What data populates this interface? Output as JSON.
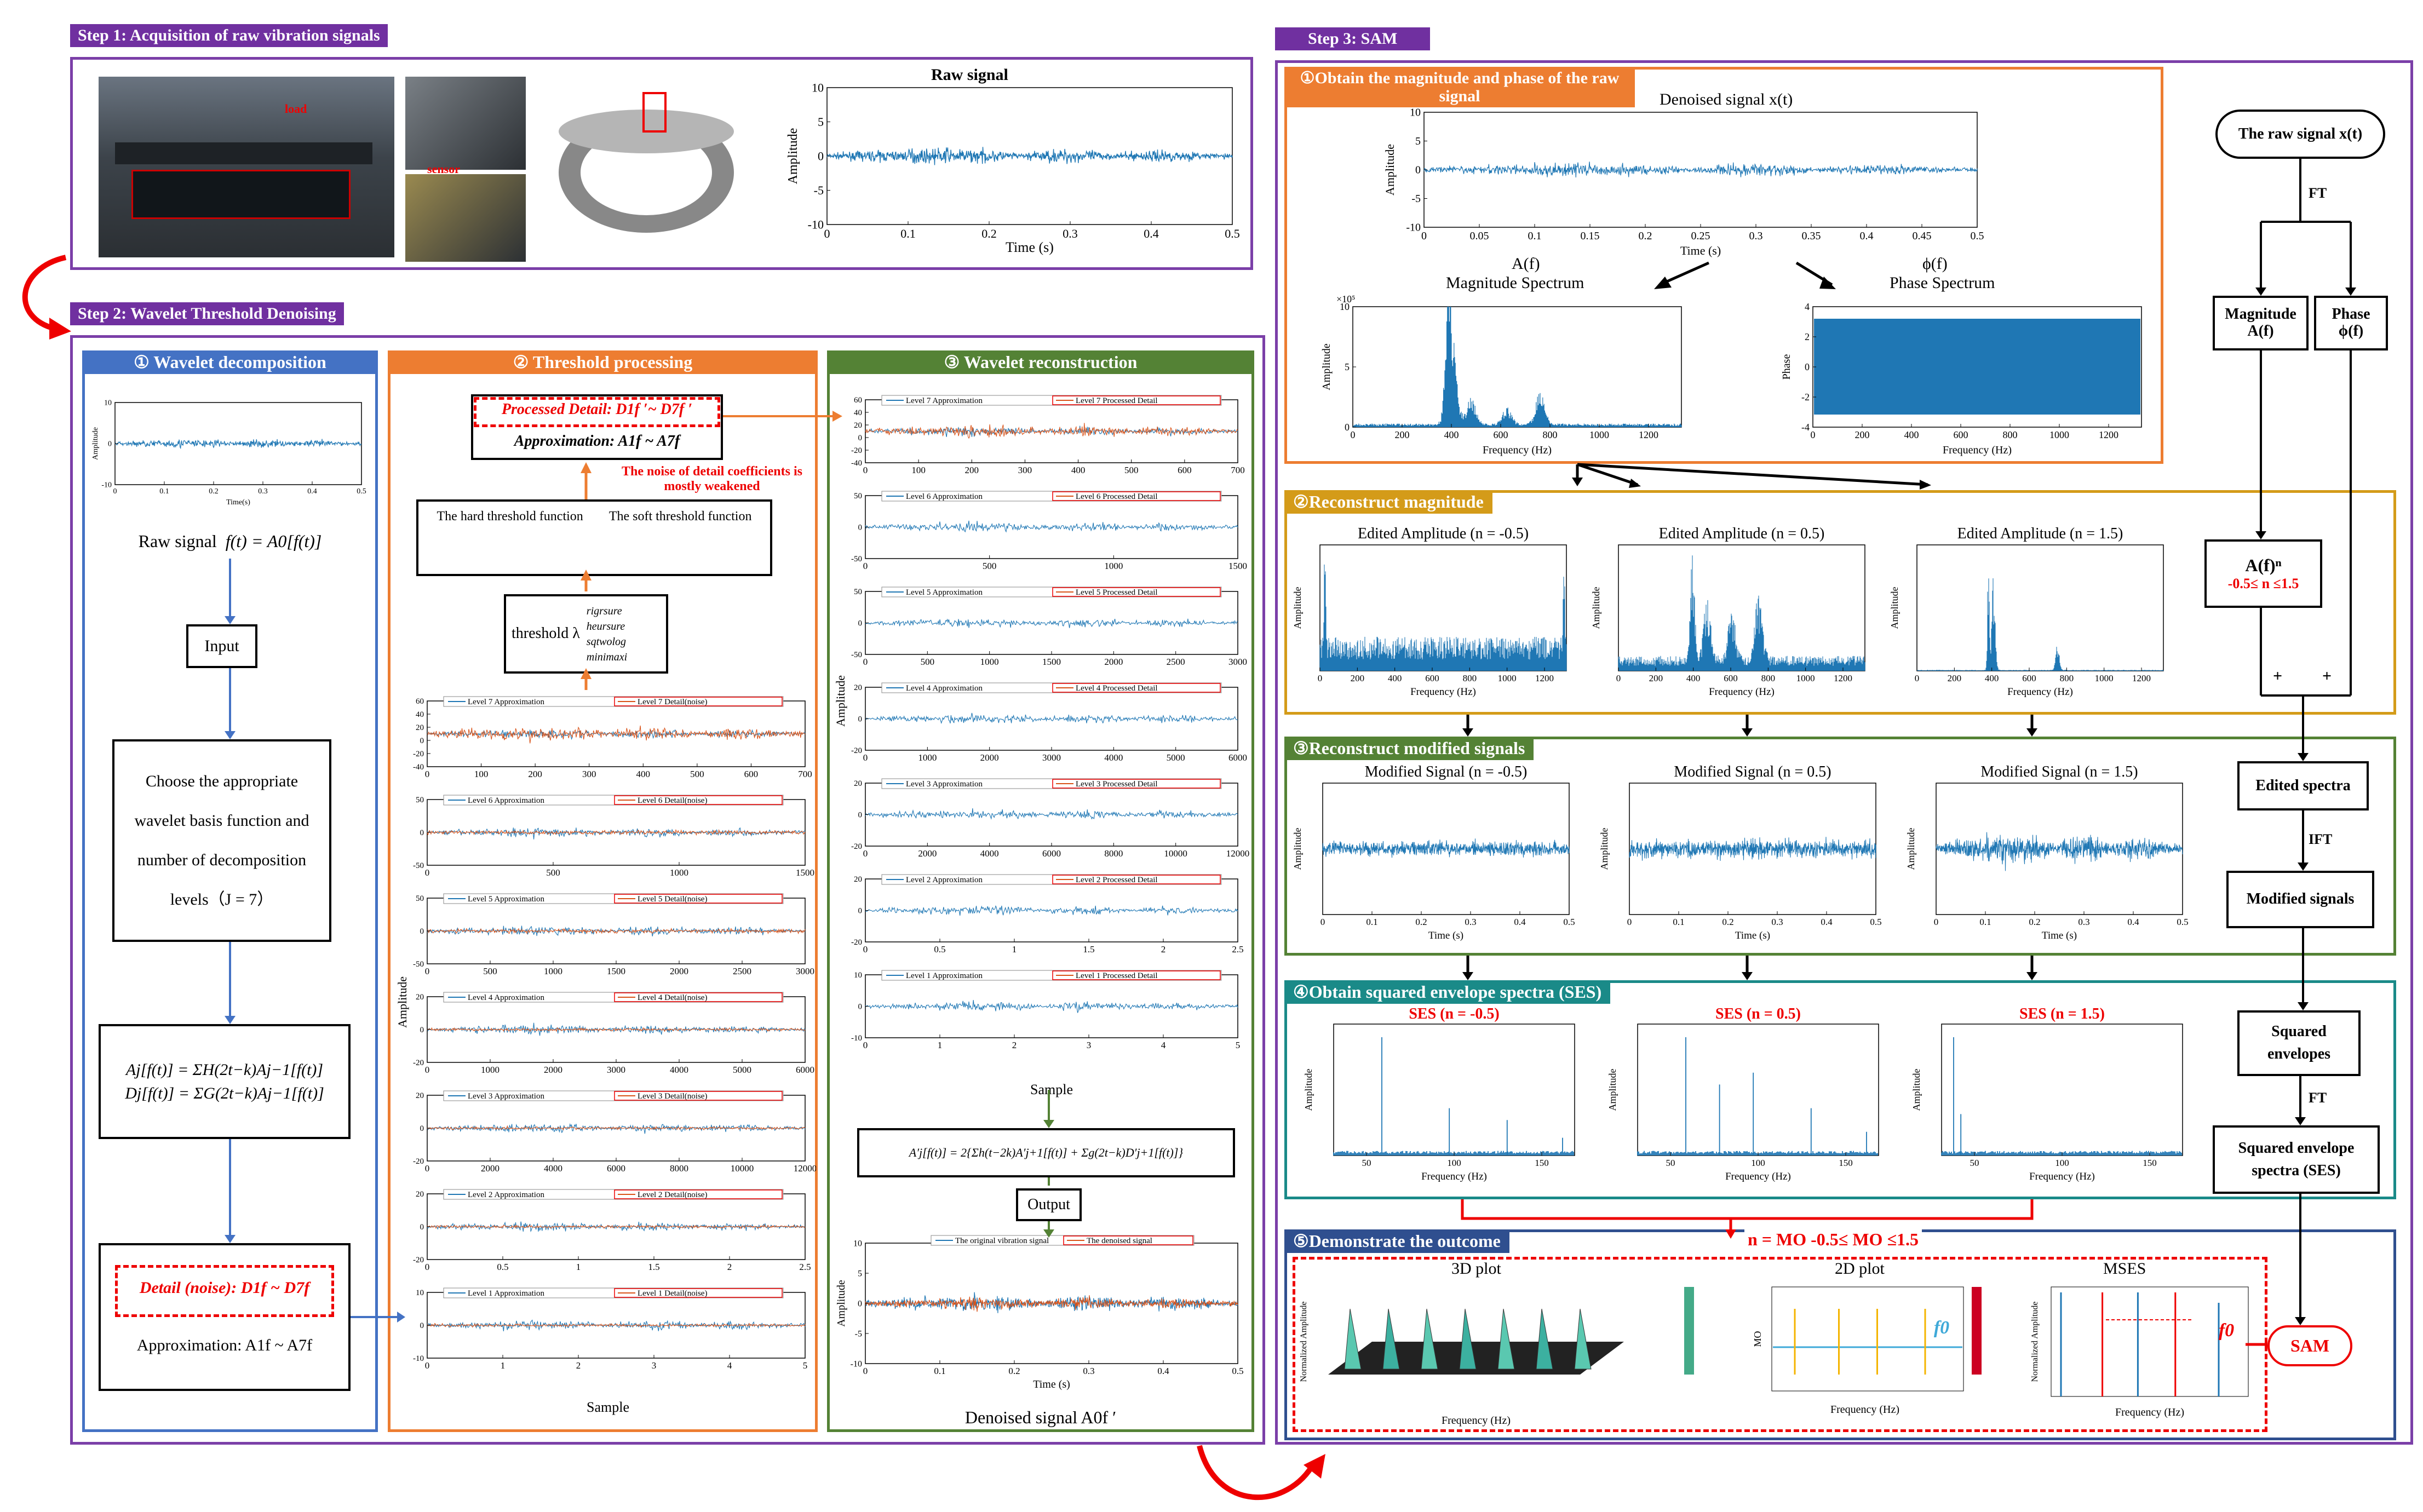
{
  "colors": {
    "purple": "#7030a0",
    "blue": "#4472c4",
    "orange": "#ed7d31",
    "green": "#548235",
    "gold": "#d49b19",
    "teal": "#1a8a88",
    "navy": "#2f4f8f",
    "signal": "#1f77b4",
    "noise": "#d95319",
    "red": "#e00000"
  },
  "step1": {
    "title": "Step 1: Acquisition of raw vibration signals",
    "raw_title": "Raw signal",
    "ylabel": "Amplitude",
    "xlabel": "Time (s)",
    "yticks": [
      "10",
      "5",
      "0",
      "-5",
      "-10"
    ],
    "xticks": [
      "0",
      "0.1",
      "0.2",
      "0.3",
      "0.4",
      "0.5"
    ],
    "photo_labels": [
      "load",
      "sensor"
    ]
  },
  "step2": {
    "title": "Step 2: Wavelet Threshold Denoising",
    "decomp": {
      "title": "① Wavelet decomposition",
      "raw_label": "Raw signal",
      "raw_formula": "f(t) = A0[f(t)]",
      "input": "Input",
      "choose": "Choose the appropriate wavelet basis function and number of decomposition levels（J = 7）",
      "eqA": "Aj[f(t)] = ΣH(2t−k)Aj−1[f(t)]",
      "eqD": "Dj[f(t)] = ΣG(2t−k)Aj−1[f(t)]",
      "detail": "Detail (noise): D1f ~ D7f",
      "approx": "Approximation: A1f ~ A7f",
      "mini_xticks": [
        "0",
        "0.1",
        "0.2",
        "0.3",
        "0.4",
        "0.5"
      ],
      "mini_yticks": [
        "10",
        "0",
        "-10"
      ],
      "mini_xlabel": "Time(s)",
      "mini_ylabel": "Amplitude"
    },
    "thresh": {
      "title": "② Threshold processing",
      "processed": "Processed Detail: D1f ′~ D7f ′",
      "approx": "Approximation: A1f ~ A7f",
      "note": "The noise of detail coefficients is mostly weakened",
      "hard": "The hard threshold function",
      "soft": "The soft threshold function",
      "threshold": "threshold λ",
      "rules": [
        "rigrsure",
        "heursure",
        "sqtwolog",
        "minimaxi"
      ],
      "legend_a": [
        "Level 7 Approximation",
        "Level 6 Approximation",
        "Level 5 Approximation",
        "Level 4 Approximation",
        "Level 3 Approximation",
        "Level 2 Approximation",
        "Level 1 Approximation"
      ],
      "legend_d": [
        "Level 7 Detail(noise)",
        "Level 6 Detail(noise)",
        "Level 5 Detail(noise)",
        "Level 4 Detail(noise)",
        "Level 3 Detail(noise)",
        "Level 2 Detail(noise)",
        "Level 1 Detail(noise)"
      ],
      "xlabel": "Sample",
      "ylabel": "Amplitude"
    },
    "recon": {
      "title": "③ Wavelet reconstruction",
      "legend_a": [
        "Level 7 Approximation",
        "Level 6 Approximation",
        "Level 5 Approximation",
        "Level 4 Approximation",
        "Level 3 Approximation",
        "Level 2 Approximation",
        "Level 1 Approximation"
      ],
      "legend_d": [
        "Level 7 Processed Detail",
        "Level 6 Processed Detail",
        "Level 5 Processed Detail",
        "Level 4 Processed Detail",
        "Level 3 Processed Detail",
        "Level 2 Processed Detail",
        "Level 1 Processed Detail"
      ],
      "xlabel": "Sample",
      "ylabel": "Amplitude",
      "formula": "A′j[f(t)] = 2{Σh(t−2k)A′j+1[f(t)] + Σg(2t−k)D′j+1[f(t)]}",
      "output": "Output",
      "legend_orig": "The original vibration signal",
      "legend_den": "The denoised signal",
      "den_xlabel": "Time (s)",
      "den_caption": "Denoised signal A0f ′"
    }
  },
  "step3": {
    "title": "Step 3: SAM",
    "s1": {
      "title": "①Obtain the magnitude and phase of the raw signal",
      "denoised_title": "Denoised signal x(t)",
      "ylabel": "Amplitude",
      "xlabel": "Time (s)",
      "xticks": [
        "0",
        "0.05",
        "0.1",
        "0.15",
        "0.2",
        "0.25",
        "0.3",
        "0.35",
        "0.4",
        "0.45",
        "0.5"
      ],
      "yticks": [
        "10",
        "5",
        "0",
        "-5",
        "-10"
      ],
      "A_label": "A(f)",
      "phi_label": "ϕ(f)",
      "mag_title": "Magnitude Spectrum",
      "phase_title": "Phase Spectrum",
      "freq_label": "Frequency (Hz)",
      "mag_ylabel": "Amplitude",
      "phase_ylabel": "Phase",
      "mag_exp": "×10⁵",
      "fticks": [
        "0",
        "200",
        "400",
        "600",
        "800",
        "1000",
        "1200"
      ]
    },
    "s2": {
      "title": "②Reconstruct magnitude",
      "plots": [
        "Edited Amplitude (n = -0.5)",
        "Edited Amplitude (n = 0.5)",
        "Edited Amplitude (n = 1.5)"
      ],
      "freq_label": "Frequency (Hz)",
      "ylabel": "Amplitude"
    },
    "s3": {
      "title": "③Reconstruct modified signals",
      "plots": [
        "Modified Signal (n = -0.5)",
        "Modified Signal (n = 0.5)",
        "Modified Signal (n = 1.5)"
      ],
      "xlabel": "Time (s)",
      "ylabel": "Amplitude"
    },
    "s4": {
      "title": "④Obtain squared envelope spectra (SES)",
      "plots": [
        "SES (n = -0.5)",
        "SES (n = 0.5)",
        "SES (n = 1.5)"
      ],
      "freq_label": "Frequency (Hz)",
      "ylabel": "Amplitude",
      "fticks": [
        "50",
        "100",
        "150"
      ]
    },
    "s5": {
      "title": "⑤Demonstrate the outcome",
      "selection": "n = MO -0.5≤ MO ≤1.5",
      "p3d": "3D plot",
      "p2d": "2D plot",
      "mses": "MSES",
      "f0": "f0",
      "freq_label": "Frequency (Hz)",
      "nz": "Normalized Amplitude",
      "mo": "MO"
    },
    "flow": {
      "raw": "The raw signal x(t)",
      "ft": "FT",
      "mag": "Magnitude A(f)",
      "phase": "Phase ϕ(f)",
      "an": "A(f)ⁿ",
      "range": "-0.5≤ n ≤1.5",
      "plus": "+",
      "edited": "Edited spectra",
      "ift": "IFT",
      "modified": "Modified signals",
      "sq_env": "Squared envelopes",
      "ft2": "FT",
      "ses": "Squared envelope spectra (SES)",
      "sam": "SAM"
    }
  }
}
